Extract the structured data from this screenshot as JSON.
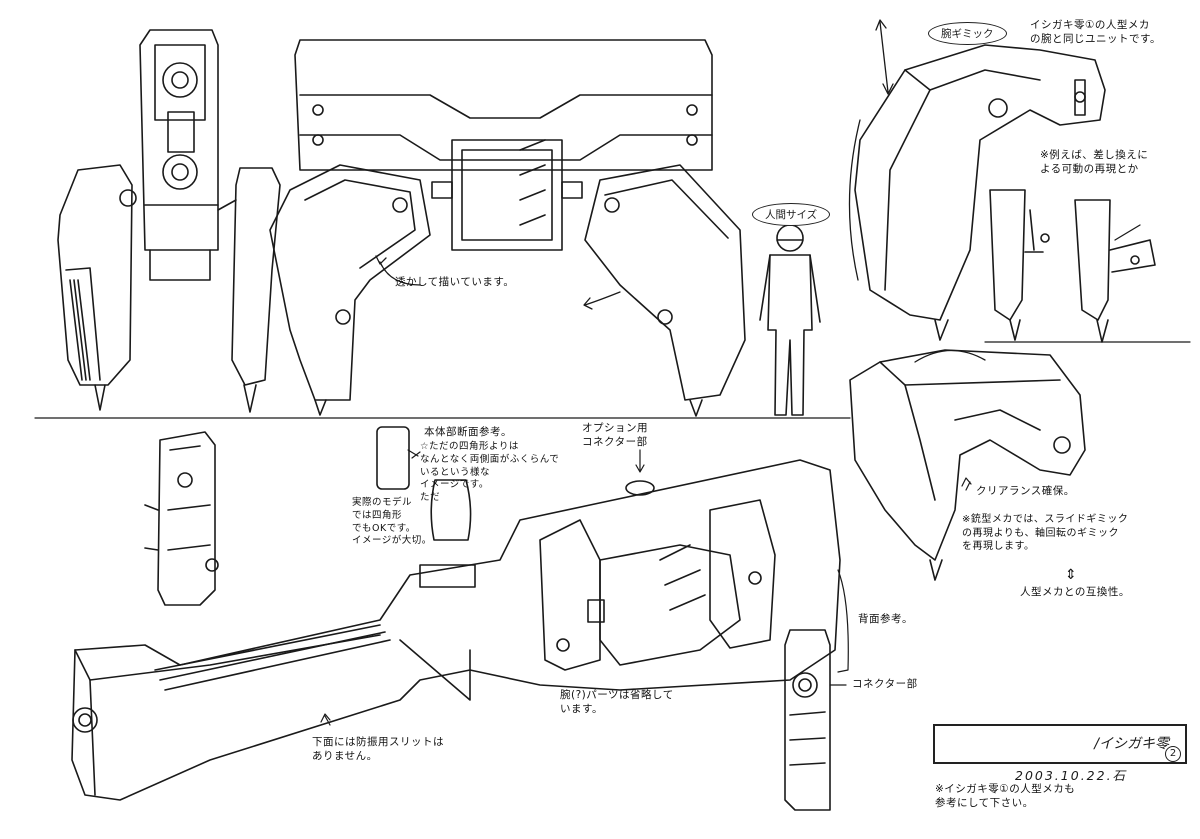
{
  "sheet": {
    "title": "/イシガキ零",
    "sheet_number": "2",
    "date": "2003.10.22.石"
  },
  "labels": {
    "arm_gimmick": "腕ギミック",
    "arm_unit_note": "イシガキ零①の人型メカ\nの腕と同じユニットです。",
    "swap_note": "※例えば、差し換えに\nよる可動の再現とか",
    "human_size": "人間サイズ",
    "see_through": "透かして描いています。",
    "body_section": "本体部断面参考。",
    "section_note": "☆ただの四角形よりは\nなんとなく両側面がふくらんで\nいるという様な\nイメージです。\nただ",
    "actual_model": "実際のモデル\nでは四角形\nでもOKです。\nイメージが大切。",
    "option_connector": "オプション用\nコネクター部",
    "clearance": "クリアランス確保。",
    "gun_note": "※銃型メカでは、スライドギミック\nの再現よりも、軸回転のギミック\nを再現します。",
    "compat_symbol": "⇕",
    "compat": "人型メカとの互換性。",
    "back_ref": "背面参考。",
    "connector": "コネクター部",
    "arm_omitted": "腕(?)パーツは省略して\nいます。",
    "bottom_slit": "下面には防振用スリットは\nありません。",
    "ref_note": "※イシガキ零①の人型メカも\n参考にして下さい。"
  },
  "colors": {
    "ink": "#1a1a1a",
    "paper": "#ffffff",
    "shade": "#444444"
  }
}
